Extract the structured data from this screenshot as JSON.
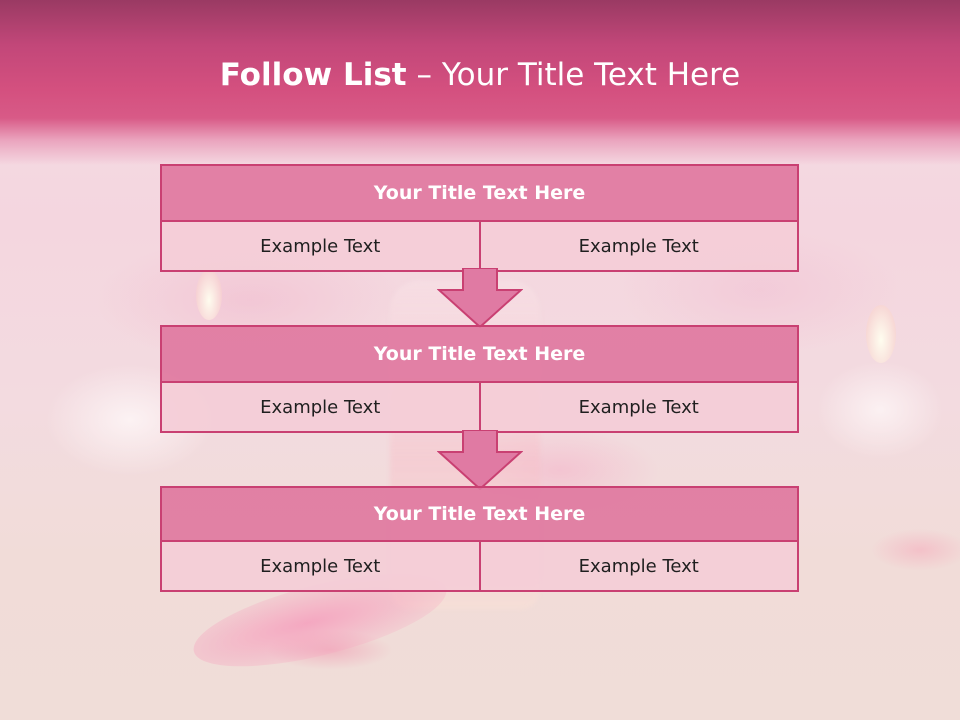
{
  "header": {
    "title_bold": "Follow List",
    "title_rest": " – Your Title Text Here"
  },
  "flow": [
    {
      "title": "Your Title Text Here",
      "cells": [
        "Example Text",
        "Example Text"
      ]
    },
    {
      "title": "Your Title Text Here",
      "cells": [
        "Example Text",
        "Example Text"
      ]
    },
    {
      "title": "Your Title Text Here",
      "cells": [
        "Example Text",
        "Example Text"
      ]
    }
  ],
  "colors": {
    "header_band": "#d4507f",
    "table_border": "#c94072",
    "table_header_fill": "#df78a0",
    "table_cell_fill": "#f4cdd7",
    "arrow_fill": "#e07aa3"
  },
  "icons": {
    "connector": "down-arrow-icon"
  }
}
